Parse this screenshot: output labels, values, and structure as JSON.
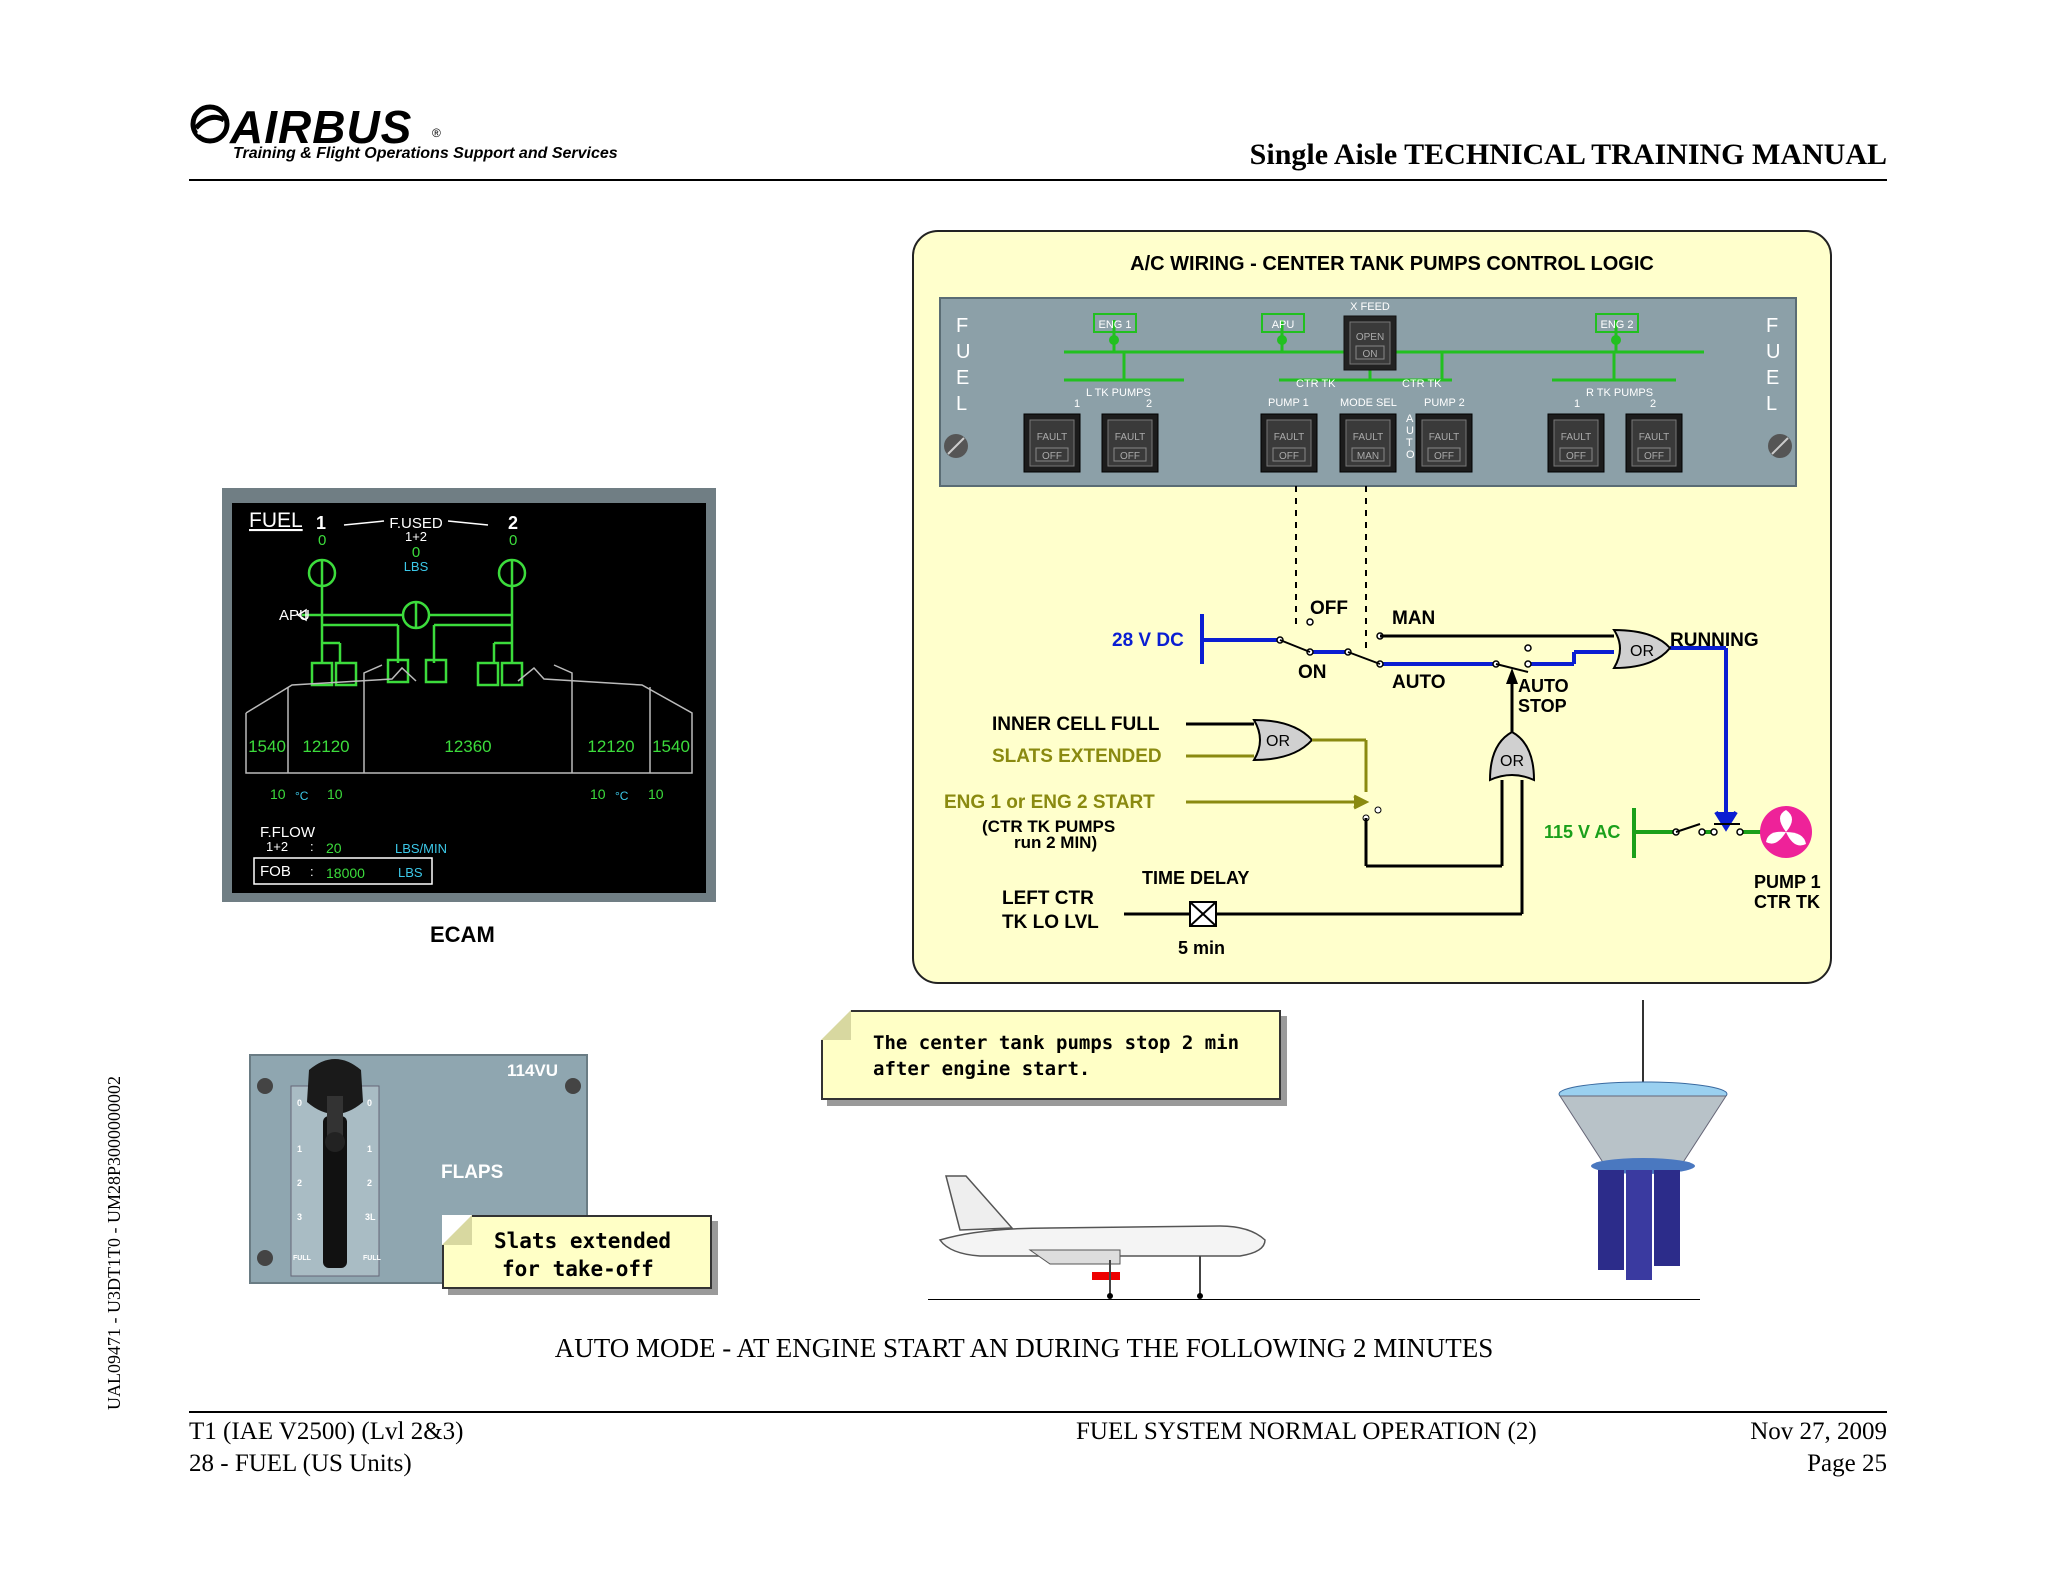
{
  "header": {
    "logo_text": "AIRBUS",
    "logo_tagline": "Training & Flight Operations Support and Services",
    "manual_title": "Single Aisle TECHNICAL TRAINING MANUAL"
  },
  "side_code": "UAL09471 - U3DT1T0 - UM28P3000000002",
  "ecam": {
    "label": "ECAM",
    "page_title": "FUEL",
    "eng1": "1",
    "eng2": "2",
    "eng1_used": "0",
    "eng2_used": "0",
    "fused_label": "F.USED",
    "fused_sub": "1+2",
    "fused_value": "0",
    "fused_unit": "LBS",
    "apu_label": "APU",
    "tanks": [
      "1540",
      "12120",
      "12360",
      "12120",
      "1540"
    ],
    "temp_left_1": "10",
    "temp_left_unit": "°C",
    "temp_left_2": "10",
    "temp_right_1": "10",
    "temp_right_unit": "°C",
    "temp_right_2": "10",
    "fflow_label": "F.FLOW",
    "fflow_sub": "1+2",
    "fflow_colon": ":",
    "fflow_value": "20",
    "fflow_unit": "LBS/MIN",
    "fob_label": "FOB",
    "fob_colon": ":",
    "fob_value": "18000",
    "fob_unit": "LBS"
  },
  "flaps_panel": {
    "id": "114VU",
    "label": "FLAPS",
    "left_marks": [
      "0",
      "1",
      "2",
      "3",
      "FULL"
    ],
    "right_marks": [
      "0",
      "1",
      "2",
      "3L",
      "FULL"
    ]
  },
  "notes": {
    "slats": [
      "Slats extended",
      "for take-off"
    ],
    "pumps": [
      "The center tank pumps stop 2 min",
      "after engine start."
    ]
  },
  "wiring": {
    "title": "A/C WIRING - CENTER TANK PUMPS CONTROL LOGIC",
    "fuel_letters": [
      "F",
      "U",
      "E",
      "L"
    ],
    "xfeed": "X FEED",
    "xfeed_open": "OPEN",
    "xfeed_on": "ON",
    "eng1": "ENG 1",
    "apu": "APU",
    "eng2": "ENG 2",
    "ltk_pumps": "L TK PUMPS",
    "rtk_pumps": "R TK PUMPS",
    "ctr_tk_a": "CTR TK",
    "ctr_tk_b": "CTR TK",
    "pump1": "PUMP 1",
    "mode_sel": "MODE SEL",
    "pump2": "PUMP 2",
    "auto_vertical": "AUTO",
    "num1": "1",
    "num2": "2",
    "fault": "FAULT",
    "off": "OFF",
    "man": "MAN",
    "dc_source": "28 V DC",
    "sw_off": "OFF",
    "sw_on": "ON",
    "sw_man": "MAN",
    "sw_auto": "AUTO",
    "auto_stop": [
      "AUTO",
      "STOP"
    ],
    "or_label": "OR",
    "running": "RUNNING",
    "inner_cell_full": "INNER CELL FULL",
    "slats_extended": "SLATS EXTENDED",
    "eng_start": "ENG 1 or ENG 2 START",
    "ctr_pumps_run": [
      "(CTR TK PUMPS",
      "run  2 MIN)"
    ],
    "ac_source": "115 V AC",
    "time_delay": "TIME DELAY",
    "left_ctr": [
      "LEFT CTR",
      "TK LO LVL"
    ],
    "delay_time": "5 min",
    "pump_label": [
      "PUMP 1",
      "CTR TK"
    ]
  },
  "caption": "AUTO MODE - AT ENGINE START AN DURING THE FOLLOWING 2 MINUTES",
  "footer": {
    "left_1": "T1 (IAE V2500) (Lvl 2&3)",
    "left_2": "28 - FUEL (US Units)",
    "center": "FUEL SYSTEM NORMAL OPERATION (2)",
    "date": "Nov 27, 2009",
    "page": "Page 25"
  },
  "colors": {
    "ecam_green": "#3cdc3c",
    "ecam_cyan": "#3cc8e8",
    "panel_yellow": "#ffffcc",
    "wire_blue": "#0a1ed2",
    "wire_green": "#1aa01a",
    "wire_olive": "#8a8a10",
    "pump_pink": "#ee2299"
  }
}
